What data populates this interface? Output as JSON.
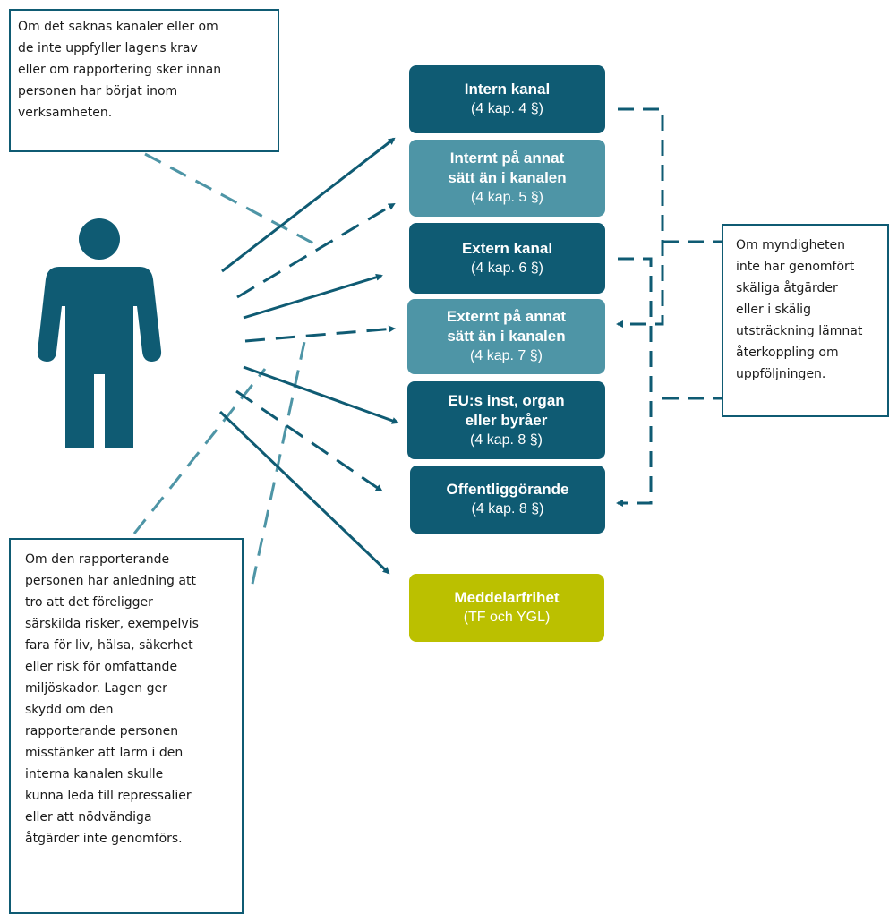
{
  "colors": {
    "dark": "#0f5b73",
    "light": "#4e95a6",
    "lime": "#bbc000",
    "dashed_note_line": "#4e95a6"
  },
  "person": {
    "icon": "person-icon"
  },
  "notes": {
    "top_left": "Om det saknas kanaler eller om\nde inte uppfyller lagens krav\neller om rapportering sker innan\npersonen har börjat inom\nverksamheten.",
    "right": "Om myndigheten\ninte har genomfört\nskäliga åtgärder\neller i skälig\nutsträckning lämnat\nåterkoppling om\nuppföljningen.",
    "bottom_left": "Om den rapporterande\npersonen har anledning att\ntro att det föreligger\nsärskilda risker, exempelvis\nfara för liv, hälsa, säkerhet\neller risk för omfattande\nmiljöskador. Lagen ger\nskydd om den\nrapporterande personen\nmisstänker att larm i den\ninterna kanalen skulle\nkunna leda till repressalier\neller att nödvändiga\nåtgärder inte genomförs."
  },
  "channels": [
    {
      "title": "Intern kanal",
      "ref": "(4 kap. 4 §)",
      "style": "dark"
    },
    {
      "title": "Internt på annat\nsätt än i kanalen",
      "ref": "(4 kap. 5 §)",
      "style": "light"
    },
    {
      "title": "Extern kanal",
      "ref": "(4 kap. 6 §)",
      "style": "dark"
    },
    {
      "title": "Externt på annat\nsätt än i kanalen",
      "ref": "(4 kap. 7 §)",
      "style": "light"
    },
    {
      "title": "EU:s inst, organ\neller byråer",
      "ref": "(4 kap. 8 §)",
      "style": "dark"
    },
    {
      "title": "Offentliggörande",
      "ref": "(4 kap. 8 §)",
      "style": "dark"
    },
    {
      "title": "Meddelarfrihet",
      "ref": "(TF och YGL)",
      "style": "lime"
    }
  ]
}
